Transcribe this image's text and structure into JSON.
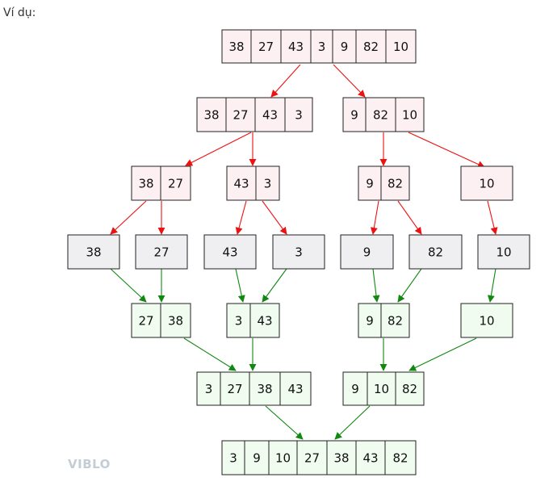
{
  "caption": "Ví dụ:",
  "watermark": "VIBLO",
  "colors": {
    "split_fill": "#fdf0f2",
    "leaf_fill": "#efeef1",
    "merge_fill": "#effcef",
    "split_arrow": "#ee1111",
    "merge_arrow": "#118811",
    "border": "#222222"
  },
  "nodes": [
    {
      "id": "n0",
      "kind": "split",
      "values": [
        "38",
        "27",
        "43",
        "3",
        "9",
        "82",
        "10"
      ]
    },
    {
      "id": "n1",
      "kind": "split",
      "values": [
        "38",
        "27",
        "43",
        "3"
      ]
    },
    {
      "id": "n2",
      "kind": "split",
      "values": [
        "9",
        "82",
        "10"
      ]
    },
    {
      "id": "n3",
      "kind": "split",
      "values": [
        "38",
        "27"
      ]
    },
    {
      "id": "n4",
      "kind": "split",
      "values": [
        "43",
        "3"
      ]
    },
    {
      "id": "n5",
      "kind": "split",
      "values": [
        "9",
        "82"
      ]
    },
    {
      "id": "n6",
      "kind": "split",
      "values": [
        "10"
      ]
    },
    {
      "id": "n7",
      "kind": "leaf",
      "values": [
        "38"
      ]
    },
    {
      "id": "n8",
      "kind": "leaf",
      "values": [
        "27"
      ]
    },
    {
      "id": "n9",
      "kind": "leaf",
      "values": [
        "43"
      ]
    },
    {
      "id": "n10",
      "kind": "leaf",
      "values": [
        "3"
      ]
    },
    {
      "id": "n11",
      "kind": "leaf",
      "values": [
        "9"
      ]
    },
    {
      "id": "n12",
      "kind": "leaf",
      "values": [
        "82"
      ]
    },
    {
      "id": "n13",
      "kind": "leaf",
      "values": [
        "10"
      ]
    },
    {
      "id": "n14",
      "kind": "merge",
      "values": [
        "27",
        "38"
      ]
    },
    {
      "id": "n15",
      "kind": "merge",
      "values": [
        "3",
        "43"
      ]
    },
    {
      "id": "n16",
      "kind": "merge",
      "values": [
        "9",
        "82"
      ]
    },
    {
      "id": "n17",
      "kind": "merge",
      "values": [
        "10"
      ]
    },
    {
      "id": "n18",
      "kind": "merge",
      "values": [
        "3",
        "27",
        "38",
        "43"
      ]
    },
    {
      "id": "n19",
      "kind": "merge",
      "values": [
        "9",
        "10",
        "82"
      ]
    },
    {
      "id": "n20",
      "kind": "merge",
      "values": [
        "3",
        "9",
        "10",
        "27",
        "38",
        "43",
        "82"
      ]
    }
  ],
  "edges": [
    {
      "from": "n0",
      "to": "n1",
      "kind": "split"
    },
    {
      "from": "n0",
      "to": "n2",
      "kind": "split"
    },
    {
      "from": "n1",
      "to": "n3",
      "kind": "split"
    },
    {
      "from": "n1",
      "to": "n4",
      "kind": "split"
    },
    {
      "from": "n2",
      "to": "n5",
      "kind": "split"
    },
    {
      "from": "n2",
      "to": "n6",
      "kind": "split"
    },
    {
      "from": "n3",
      "to": "n7",
      "kind": "split"
    },
    {
      "from": "n3",
      "to": "n8",
      "kind": "split"
    },
    {
      "from": "n4",
      "to": "n9",
      "kind": "split"
    },
    {
      "from": "n4",
      "to": "n10",
      "kind": "split"
    },
    {
      "from": "n5",
      "to": "n11",
      "kind": "split"
    },
    {
      "from": "n5",
      "to": "n12",
      "kind": "split"
    },
    {
      "from": "n6",
      "to": "n13",
      "kind": "split"
    },
    {
      "from": "n7",
      "to": "n14",
      "kind": "merge"
    },
    {
      "from": "n8",
      "to": "n14",
      "kind": "merge"
    },
    {
      "from": "n9",
      "to": "n15",
      "kind": "merge"
    },
    {
      "from": "n10",
      "to": "n15",
      "kind": "merge"
    },
    {
      "from": "n11",
      "to": "n16",
      "kind": "merge"
    },
    {
      "from": "n12",
      "to": "n16",
      "kind": "merge"
    },
    {
      "from": "n13",
      "to": "n17",
      "kind": "merge"
    },
    {
      "from": "n14",
      "to": "n18",
      "kind": "merge"
    },
    {
      "from": "n15",
      "to": "n18",
      "kind": "merge"
    },
    {
      "from": "n16",
      "to": "n19",
      "kind": "merge"
    },
    {
      "from": "n17",
      "to": "n19",
      "kind": "merge"
    },
    {
      "from": "n18",
      "to": "n20",
      "kind": "merge"
    },
    {
      "from": "n19",
      "to": "n20",
      "kind": "merge"
    }
  ]
}
